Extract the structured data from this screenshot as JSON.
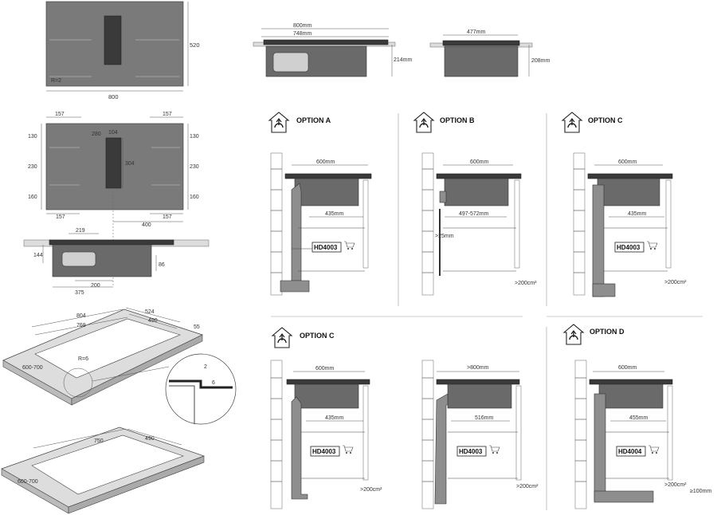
{
  "top_view": {
    "width": "800",
    "height": "520",
    "radius": "R=2"
  },
  "dim_view": {
    "left_w": "157",
    "right_w": "157",
    "left_w_b": "157",
    "right_w_b": "157",
    "r1": "130",
    "r2": "230",
    "r3": "160",
    "l1": "130",
    "l2": "230",
    "l3": "160",
    "vent_a": "280",
    "vent_b": "104",
    "vent_h": "304",
    "offset": "400"
  },
  "side_view": {
    "d1": "219",
    "d2": "144",
    "d3": "86",
    "d4": "200",
    "d5": "375"
  },
  "front_views": {
    "w_total": "800mm",
    "w_inner": "748mm",
    "h_front": "214mm",
    "w_side": "477mm",
    "h_side": "208mm"
  },
  "cutout1": {
    "outer": "804",
    "inner": "769",
    "a": "524",
    "b": "490",
    "c": "55",
    "depth": "600-700",
    "radius": "R=6",
    "detail_a": "2",
    "detail_b": "6"
  },
  "cutout2": {
    "w": "750",
    "d": "490",
    "depth": "600-700"
  },
  "options": [
    {
      "title": "OPTION A",
      "width": "600mm",
      "depth": "435mm",
      "model": "HD4003",
      "extra": ""
    },
    {
      "title": "OPTION B",
      "width": "600mm",
      "depth": "497-572mm",
      "model": "",
      "extra": ">25mm",
      "vent": ">200cm²"
    },
    {
      "title": "OPTION C",
      "width": "600mm",
      "depth": "435mm",
      "model": "HD4003",
      "extra": ">200cm²"
    },
    {
      "title": "OPTION C",
      "width": "600mm",
      "depth": "435mm",
      "model": "HD4003",
      "extra": ">200cm²"
    },
    {
      "title": "",
      "width": ">800mm",
      "depth": "516mm",
      "model": "HD4003",
      "extra": ">200cm²"
    },
    {
      "title": "OPTION D",
      "width": "600mm",
      "depth": "455mm",
      "model": "HD4004",
      "extra": ">200cm²",
      "extra2": "≥100mm"
    }
  ]
}
